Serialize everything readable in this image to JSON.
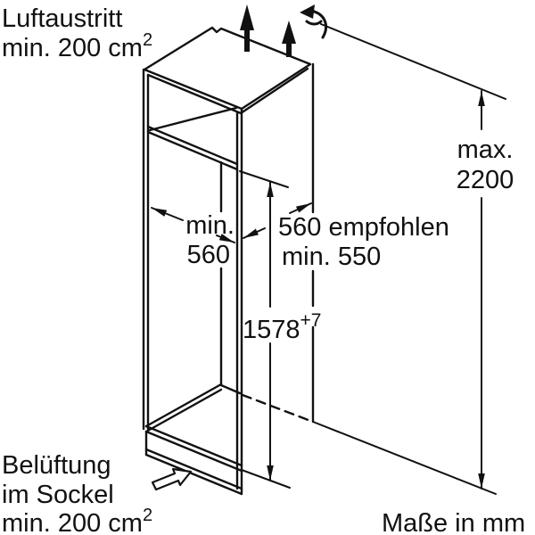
{
  "colors": {
    "ink": "#111111",
    "background": "#ffffff"
  },
  "labels": {
    "air_outlet": {
      "line1": "Luftaustritt",
      "line2": "min. 200 cm",
      "sup": "2"
    },
    "max_height": {
      "line1": "max.",
      "line2": "2200"
    },
    "niche_width": {
      "line1": "min.",
      "line2": "560"
    },
    "depth": {
      "line1": "560 empfohlen",
      "line2": "min. 550"
    },
    "niche_height": {
      "value": "1578",
      "tolerance": "+7"
    },
    "plinth_vent": {
      "line1": "Belüftung",
      "line2": "im Sockel",
      "line3": "min. 200 cm",
      "sup": "2"
    },
    "units": "Maße in mm"
  },
  "icons": {
    "air_out_arrows": "two solid up-arrows at cabinet top",
    "air_swirl": "curved airflow arrow at top right",
    "plinth_airflow": "outlined block arrow pointing into plinth",
    "dimension_arrows": "slim technical dimension arrowheads"
  },
  "dimensions": {
    "air_outlet_min_area_cm2": 200,
    "max_unit_height_mm": 2200,
    "niche_width_min_mm": 560,
    "depth_recommended_mm": 560,
    "depth_min_mm": 550,
    "niche_height_mm": "1578 +7",
    "plinth_vent_min_area_cm2": 200
  }
}
